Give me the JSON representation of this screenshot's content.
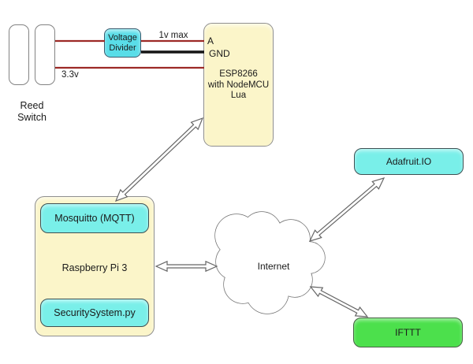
{
  "nodes": {
    "reed_switch": {
      "line1": "Reed",
      "line2": "Switch"
    },
    "voltage_divider": {
      "line1": "Voltage",
      "line2": "Divider"
    },
    "esp8266": {
      "pin_a": "A",
      "pin_gnd": "GND",
      "line1": "ESP8266",
      "line2": "with NodeMCU",
      "line3": "Lua"
    },
    "raspberry_pi": {
      "label": "Raspberry Pi 3"
    },
    "mosquitto": {
      "label": "Mosquitto (MQTT)"
    },
    "security_system": {
      "label": "SecuritySystem.py"
    },
    "internet": {
      "label": "Internet"
    },
    "adafruit": {
      "label": "Adafruit.IO"
    },
    "ifttt": {
      "label": "IFTTT"
    }
  },
  "wire_labels": {
    "voltage_max": "1v max",
    "supply": "3.3v"
  },
  "colors": {
    "wire_red": "#9d2a26",
    "wire_black": "#141414",
    "node_yellow": "#fbf5c9",
    "node_cyan": "#79efe9",
    "voltage_divider_cyan": "#59dde8",
    "ifttt_green": "#4ce04c",
    "connector_gray": "#666666"
  }
}
